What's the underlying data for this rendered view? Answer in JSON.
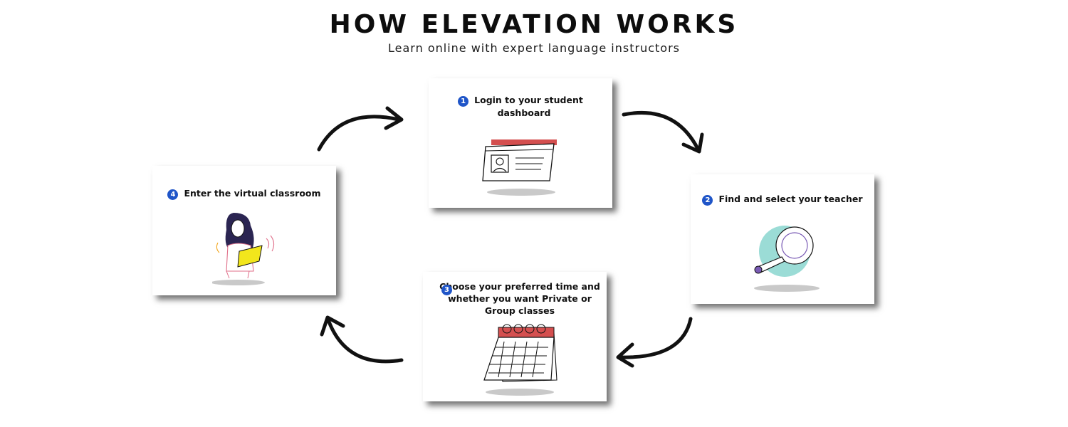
{
  "header": {
    "title": "HOW ELEVATION WORKS",
    "subtitle": "Learn online with expert language instructors"
  },
  "steps": [
    {
      "number": "1",
      "label_line1": "Login to your student",
      "label_line2": "dashboard",
      "illustration": "id-card-icon"
    },
    {
      "number": "2",
      "label": "Find and select your teacher",
      "illustration": "magnifying-glass-icon"
    },
    {
      "number": "3",
      "label_line1": "Choose your preferred time and",
      "label_line2": "whether you want Private or",
      "label_line3": "Group classes",
      "illustration": "calendar-icon"
    },
    {
      "number": "4",
      "label": "Enter the virtual classroom",
      "illustration": "woman-with-laptop-icon"
    }
  ],
  "colors": {
    "step_number": "#1f55c8",
    "accent_red": "#d44f4f",
    "accent_teal": "#9bdcd6",
    "accent_yellow": "#f2e61c",
    "arrow": "#111111"
  }
}
